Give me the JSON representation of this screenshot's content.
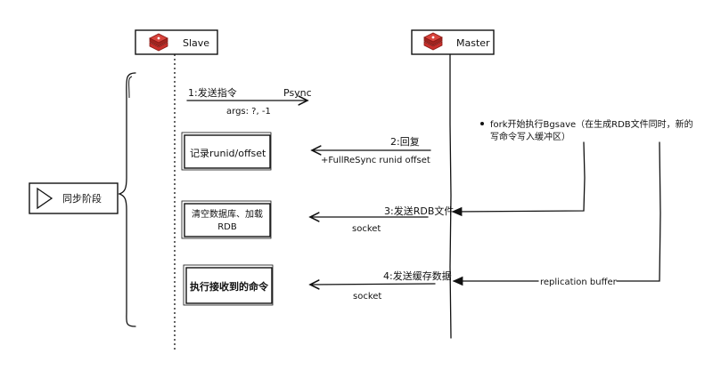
{
  "actors": {
    "slave": {
      "label": "Slave"
    },
    "master": {
      "label": "Master"
    }
  },
  "phase": {
    "label": "同步阶段"
  },
  "messages": {
    "m1": {
      "label": "1:发送指令",
      "command": "Psync",
      "args": "args: ?, -1"
    },
    "m2": {
      "label": "2:回复",
      "detail": "+FullReSync runid offset"
    },
    "m3": {
      "label": "3:发送RDB文件",
      "detail": "socket"
    },
    "m4": {
      "label": "4:发送缓存数据",
      "detail": "socket"
    }
  },
  "slave_steps": {
    "s1": "记录runid/offset",
    "s2_line1": "清空数据库、加载",
    "s2_line2": "RDB",
    "s3": "执行接收到的命令"
  },
  "master_note": {
    "line1": "fork开始执行Bgsave（在生成RDB文件同时，新的",
    "line2": "写命令写入缓冲区）"
  },
  "buffer": {
    "label": "replication buffer"
  },
  "colors": {
    "redis_logo": "#c9302c",
    "ink": "#111111"
  }
}
